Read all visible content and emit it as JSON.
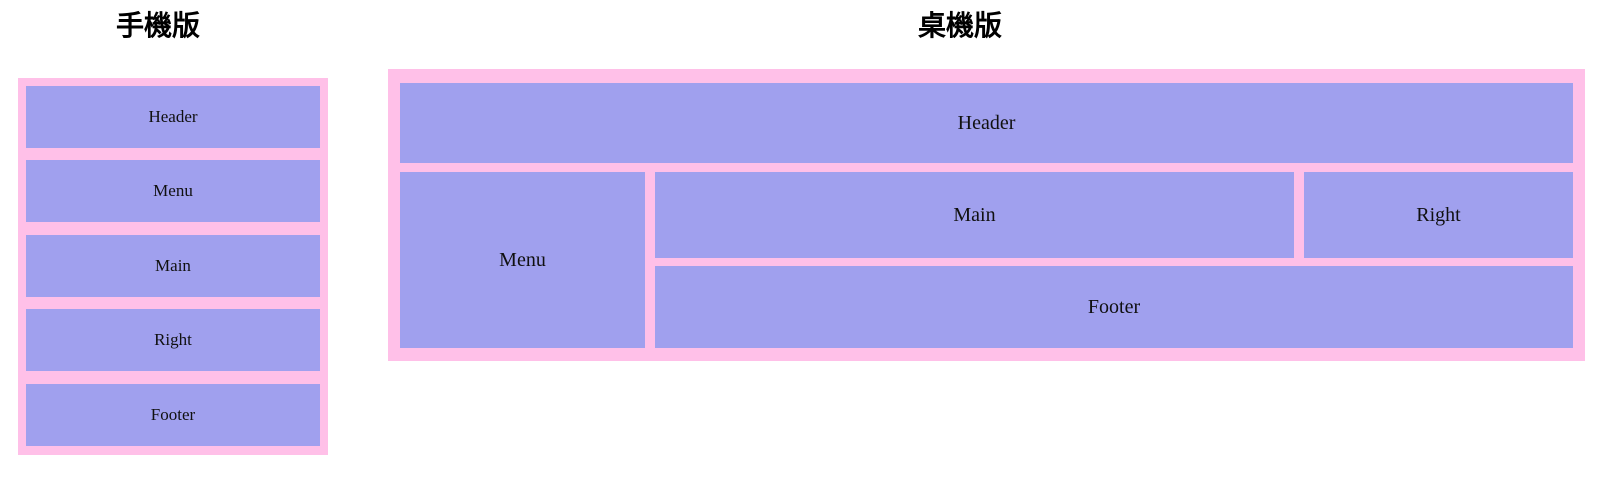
{
  "page": {
    "background_color": "#ffffff",
    "box_fill_color": "#a0a0ee",
    "frame_fill_color": "#ffc0e8",
    "text_color": "#101010"
  },
  "mobile": {
    "title": "手機版",
    "regions": [
      {
        "key": "header",
        "label": "Header"
      },
      {
        "key": "menu",
        "label": "Menu"
      },
      {
        "key": "main",
        "label": "Main"
      },
      {
        "key": "right",
        "label": "Right"
      },
      {
        "key": "footer",
        "label": "Footer"
      }
    ]
  },
  "desktop": {
    "title": "桌機版",
    "regions": [
      {
        "key": "header",
        "label": "Header"
      },
      {
        "key": "menu",
        "label": "Menu"
      },
      {
        "key": "main",
        "label": "Main"
      },
      {
        "key": "right",
        "label": "Right"
      },
      {
        "key": "footer",
        "label": "Footer"
      }
    ]
  }
}
